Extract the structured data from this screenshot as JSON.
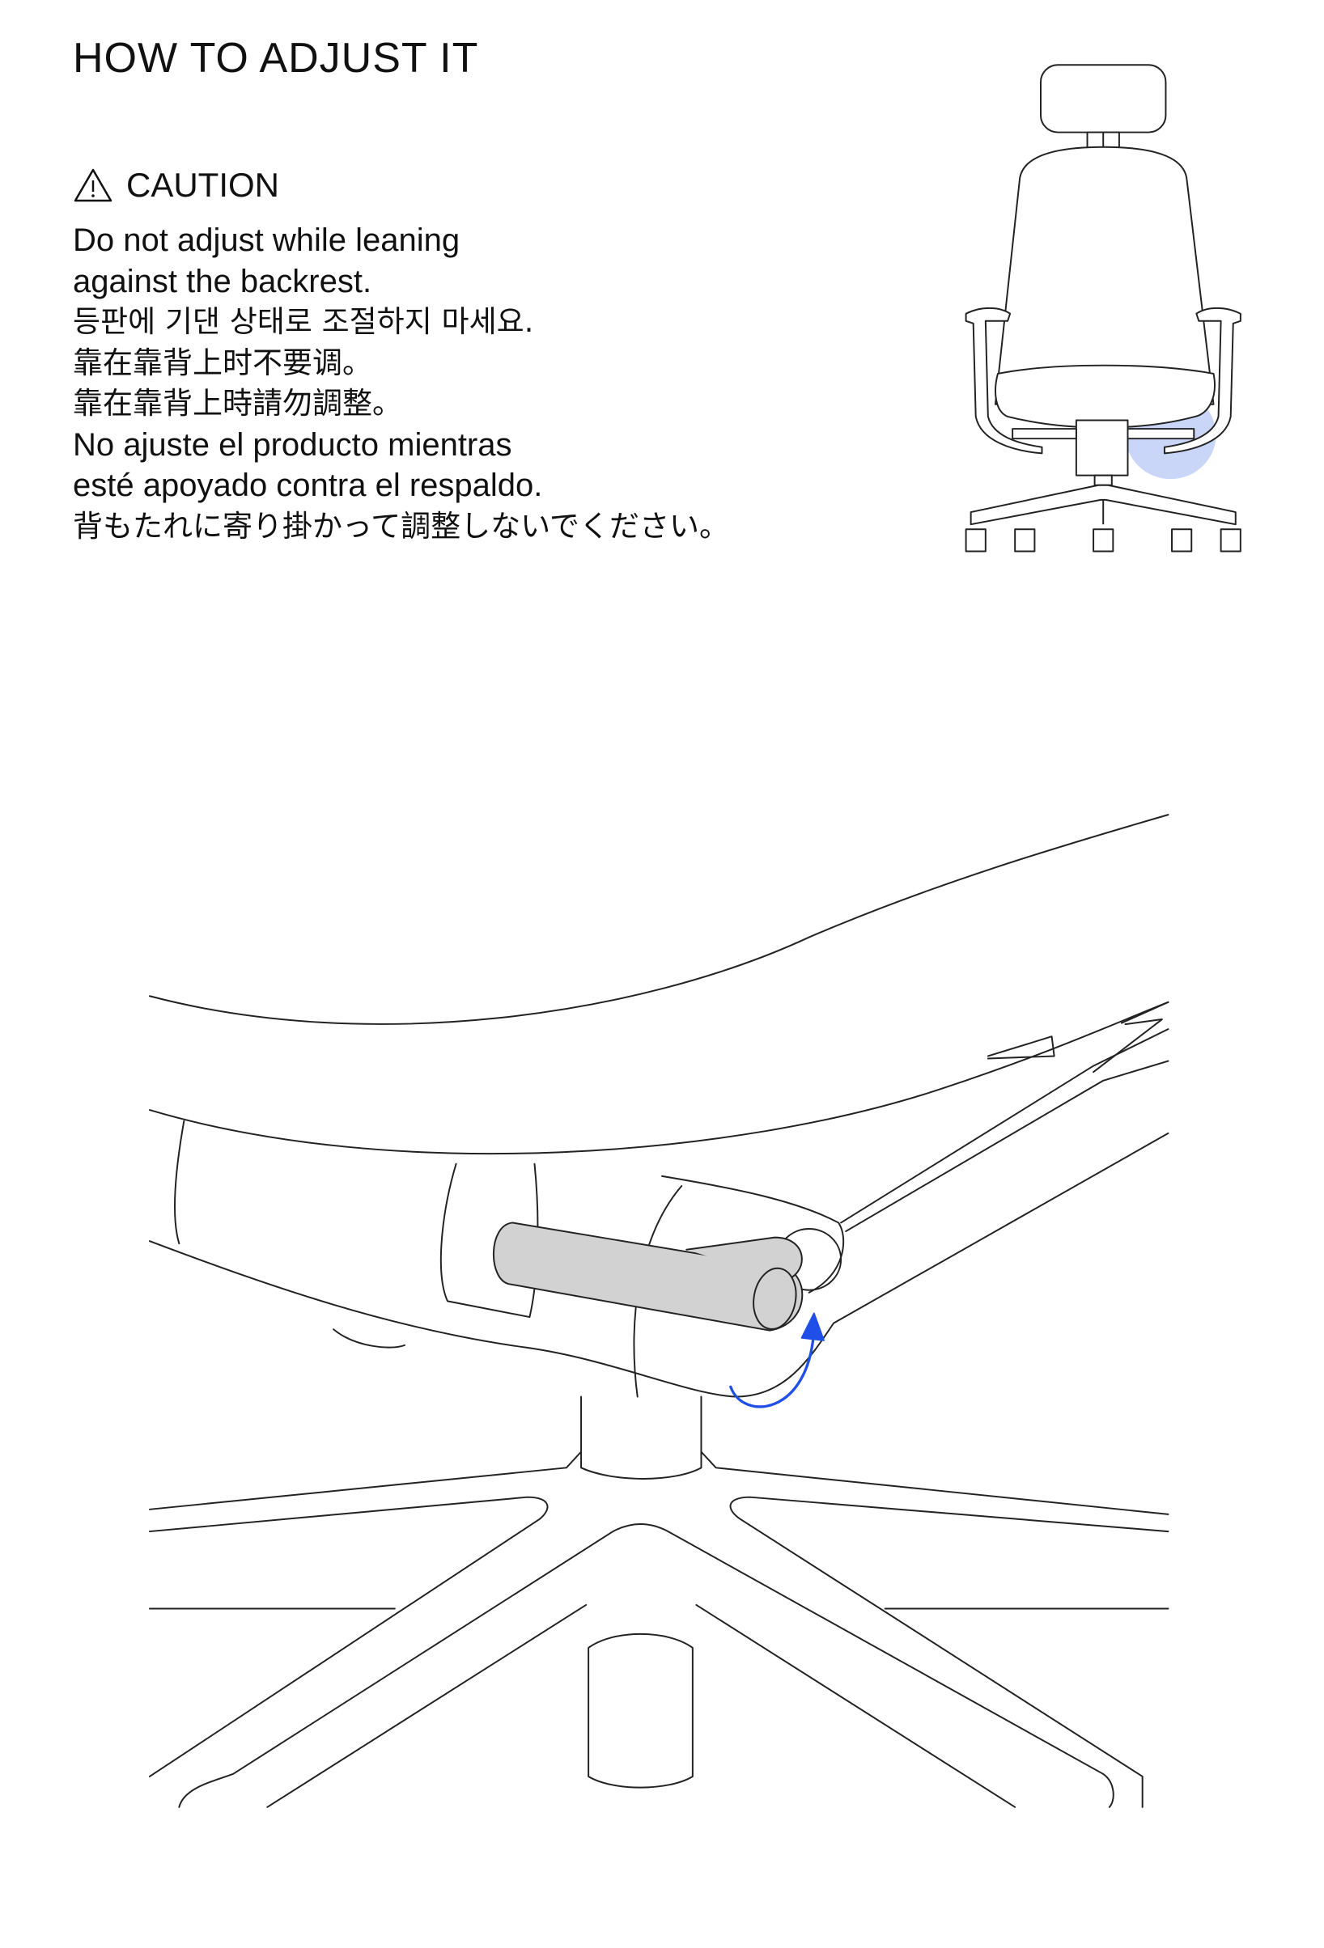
{
  "page": {
    "title": "HOW TO ADJUST IT",
    "caution": {
      "icon": "warning-triangle-icon",
      "label": "CAUTION",
      "lines": [
        "Do not adjust while leaning",
        "against the backrest.",
        "등판에 기댄 상태로 조절하지 마세요.",
        "靠在靠背上时不要调。",
        "靠在靠背上時請勿調整。",
        "No ajuste el producto mientras",
        "esté apoyado contra el respaldo.",
        "背もたれに寄り掛かって調整しないでください。"
      ]
    }
  },
  "colors": {
    "highlight": "#c9d6f7",
    "arrow": "#1f4fe6",
    "lever": "#d2d2d2",
    "line": "#222222"
  }
}
